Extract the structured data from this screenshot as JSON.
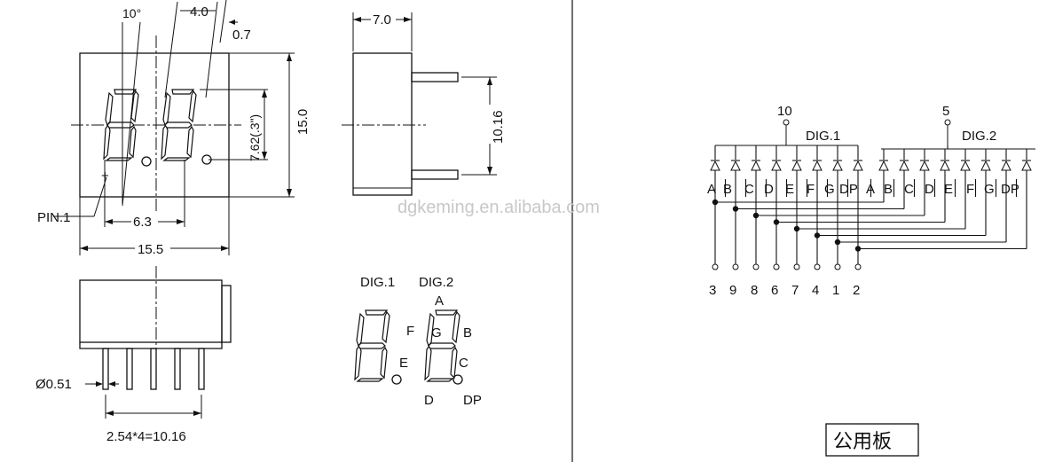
{
  "top_view": {
    "angle": "10°",
    "dim_4_0": "4.0",
    "dim_0_7": "0.7",
    "dim_15_0": "15.0",
    "dim_7_62": "7.62(.3\")",
    "dim_6_3": "6.3",
    "dim_15_5": "15.5",
    "pin1_label": "PIN.1",
    "pin1_mark": "+"
  },
  "side_view": {
    "dim_7_0": "7.0",
    "dim_10_16": "10.16"
  },
  "bottom_view": {
    "pin_diameter": "Ø0.51",
    "pitch": "2.54*4=10.16"
  },
  "segment_legend": {
    "dig1": "DIG.1",
    "dig2": "DIG.2",
    "labels": {
      "A": "A",
      "B": "B",
      "C": "C",
      "D": "D",
      "E": "E",
      "F": "F",
      "G": "G",
      "DP": "DP"
    }
  },
  "watermark": "dgkeming.en.alibaba.com",
  "schematic": {
    "common1_pin": "10",
    "common2_pin": "5",
    "dig1_label": "DIG.1",
    "dig2_label": "DIG.2",
    "segments": [
      "A",
      "B",
      "C",
      "D",
      "E",
      "F",
      "G",
      "DP",
      "A",
      "B",
      "C",
      "D",
      "E",
      "F",
      "G",
      "DP"
    ],
    "pins": [
      "3",
      "9",
      "8",
      "6",
      "7",
      "4",
      "1",
      "2"
    ],
    "type_label": "公用板"
  }
}
